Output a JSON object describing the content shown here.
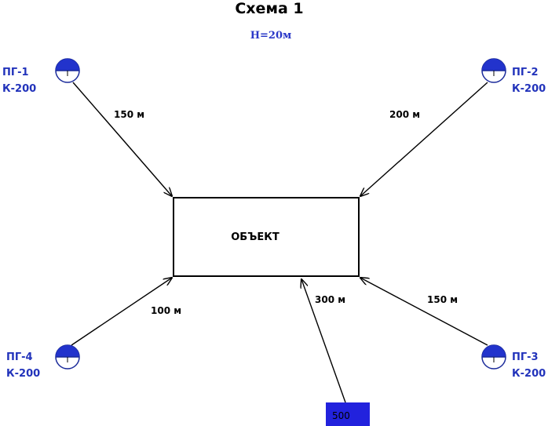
{
  "title": "Схема 1",
  "subtitle": "H=20м",
  "object_label": "ОБЪЕКТ",
  "hydrants": [
    {
      "name": "ПГ-1",
      "type": "К-200"
    },
    {
      "name": "ПГ-2",
      "type": "К-200"
    },
    {
      "name": "ПГ-3",
      "type": "К-200"
    },
    {
      "name": "ПГ-4",
      "type": "К-200"
    }
  ],
  "distances": {
    "pg1": "150 м",
    "pg2": "200 м",
    "pg3": "150 м",
    "pg4": "100 м",
    "source": "300 м"
  },
  "source_label": "500",
  "colors": {
    "hydrant_fill": "#2233cc",
    "hydrant_text": "#2233bb",
    "source_fill": "#2222dd"
  }
}
